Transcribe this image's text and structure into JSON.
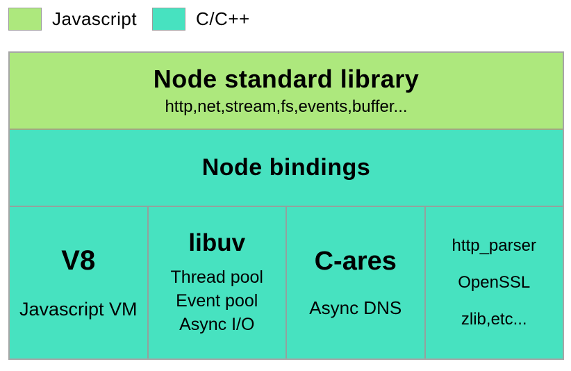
{
  "legend": {
    "items": [
      {
        "label": "Javascript",
        "color": "#ade87d"
      },
      {
        "label": "C/C++",
        "color": "#47e2c0"
      }
    ]
  },
  "diagram": {
    "standard_library": {
      "title": "Node standard library",
      "subtitle": "http,net,stream,fs,events,buffer..."
    },
    "bindings": {
      "title": "Node bindings"
    },
    "columns": [
      {
        "title": "V8",
        "items": [
          "Javascript VM"
        ]
      },
      {
        "title": "libuv",
        "items": [
          "Thread pool",
          "Event pool",
          "Async I/O"
        ]
      },
      {
        "title": "C-ares",
        "items": [
          "Async DNS"
        ]
      },
      {
        "items": [
          "http_parser",
          "OpenSSL",
          "zlib,etc..."
        ]
      }
    ]
  },
  "colors": {
    "javascript": "#ade87d",
    "cpp": "#47e2c0",
    "border": "#a6a6a6",
    "text": "#000000"
  }
}
